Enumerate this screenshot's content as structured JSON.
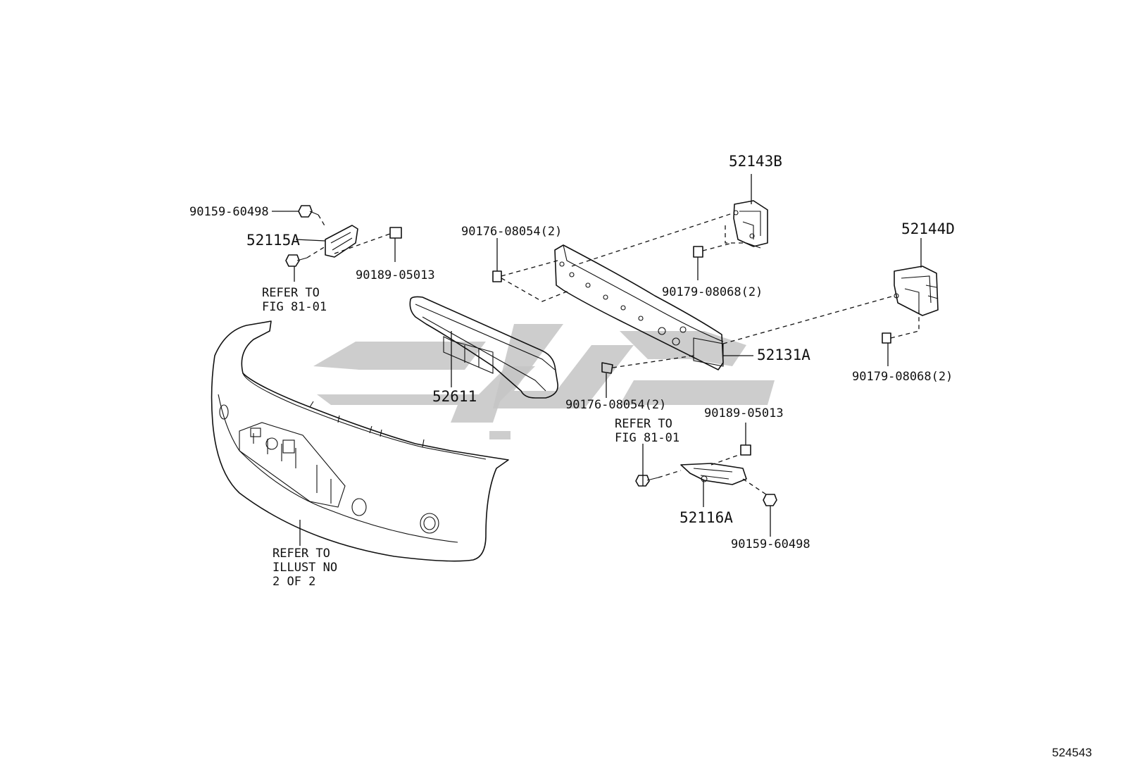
{
  "labels": {
    "bolt_left_top": "90159-60498",
    "bracket_left": "52115A",
    "nut_left": "90189-05013",
    "refer_left_1": "REFER TO",
    "refer_left_2": "FIG 81-01",
    "clip_top": "90176-08054(2)",
    "bracket_right_top": "52143B",
    "clip_right_mid": "90179-08068(2)",
    "bracket_right_far": "52144D",
    "clip_right_far": "90179-08068(2)",
    "reinforcement": "52131A",
    "absorber": "52611",
    "clip_bottom": "90176-08054(2)",
    "refer_right_1": "REFER TO",
    "refer_right_2": "FIG 81-01",
    "nut_right": "90189-05013",
    "bracket_right_low": "52116A",
    "bolt_right_low": "90159-60498",
    "refer_illust_1": "REFER TO",
    "refer_illust_2": "ILLUST NO",
    "refer_illust_3": "2 OF 2",
    "diagram_id": "524543"
  },
  "colors": {
    "line": "#111111",
    "watermark": "#c4c4c4",
    "background": "#ffffff"
  }
}
